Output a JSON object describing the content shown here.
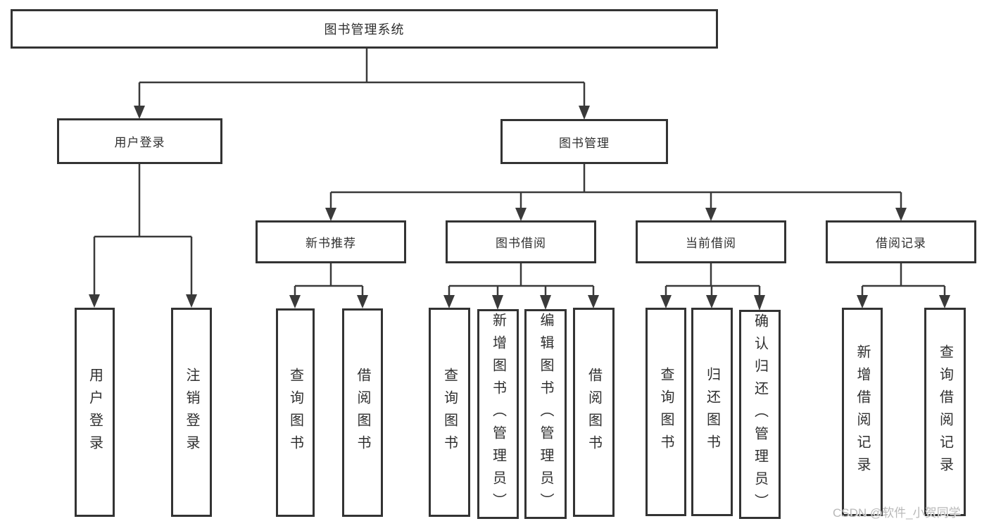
{
  "diagram": {
    "root": {
      "label": "图书管理系统",
      "children": [
        {
          "label": "用户登录",
          "children": [
            {
              "label": "用户登录"
            },
            {
              "label": "注销登录"
            }
          ]
        },
        {
          "label": "图书管理",
          "children": [
            {
              "label": "新书推荐",
              "children": [
                {
                  "label": "查询图书"
                },
                {
                  "label": "借阅图书"
                }
              ]
            },
            {
              "label": "图书借阅",
              "children": [
                {
                  "label": "查询图书"
                },
                {
                  "label": "新增图书（管理员）"
                },
                {
                  "label": "编辑图书（管理员）"
                },
                {
                  "label": "借阅图书"
                }
              ]
            },
            {
              "label": "当前借阅",
              "children": [
                {
                  "label": "查询图书"
                },
                {
                  "label": "归还图书"
                },
                {
                  "label": "确认归还（管理员）"
                }
              ]
            },
            {
              "label": "借阅记录",
              "children": [
                {
                  "label": "新增借阅记录"
                },
                {
                  "label": "查询借阅记录"
                }
              ]
            }
          ]
        }
      ]
    },
    "colors": {
      "line": "#3a3a3a",
      "border": "#333333",
      "text": "#2f2f2f",
      "watermark": "#b9b9b9",
      "background": "#ffffff"
    }
  },
  "watermark": {
    "text": "CSDN @软件_小贺同学"
  }
}
